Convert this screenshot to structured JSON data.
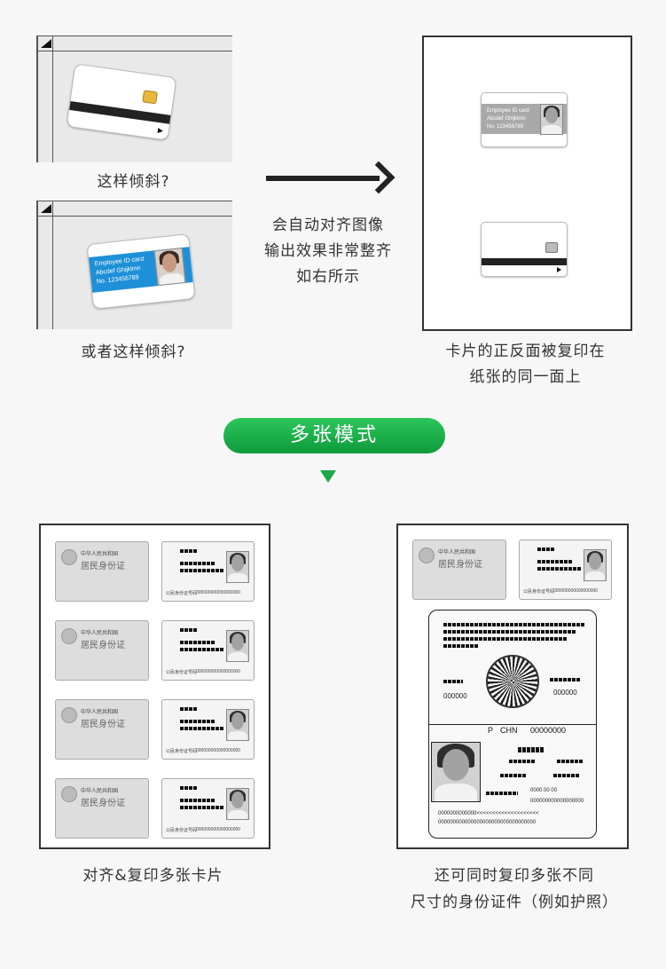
{
  "top_left": {
    "caption1": "这样倾斜?",
    "caption2": "或者这样倾斜?"
  },
  "card_text": {
    "line1": "Employee ID card",
    "line2": "Abcdef Ghijklmn",
    "line3": "No. 123456789"
  },
  "middle": {
    "line1": "会自动对齐图像",
    "line2": "输出效果非常整齐",
    "line3": "如右所示"
  },
  "top_right": {
    "caption_line1": "卡片的正反面被复印在",
    "caption_line2": "纸张的同一面上"
  },
  "mode_button": {
    "label": "多张模式"
  },
  "bottom_left": {
    "caption": "对齐&复印多张卡片"
  },
  "bottom_right": {
    "caption_line1": "还可同时复印多张不同",
    "caption_line2": "尺寸的身份证件（例如护照）"
  },
  "id_front_text": {
    "country": "中华人民共和国",
    "title": "居民身份证"
  },
  "id_back_text": {
    "number_label": "公民身份证号码",
    "number_value": "000000000000000000"
  },
  "passport_text": {
    "code_left": "000000",
    "code_right": "000000",
    "type": "P",
    "country_code": "CHN",
    "passport_no": "00000000",
    "date": "0000 00 00",
    "row_num": "000000000000000000",
    "mrz1": "0000000000000<<<<<<<<<<<<<<<<<<<<",
    "mrz2": "000000000000000000000000000000000"
  },
  "colors": {
    "accent_green": "#1aa94a",
    "card_blue": "#1e90d8",
    "chip_gold": "#e7b73b"
  }
}
